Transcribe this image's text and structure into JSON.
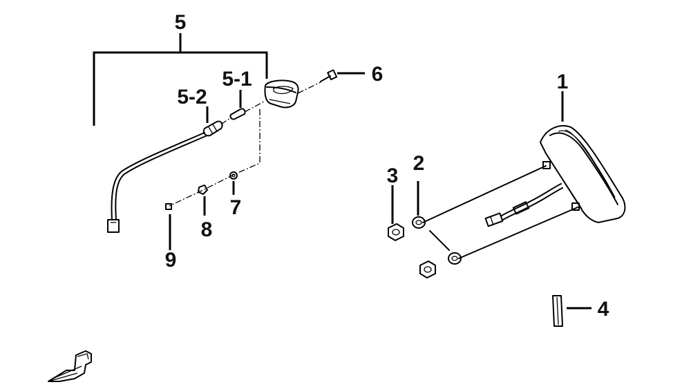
{
  "callouts": {
    "c1": "1",
    "c2": "2",
    "c3": "3",
    "c4": "4",
    "c5": "5",
    "c5_1": "5-1",
    "c5_2": "5-2",
    "c6": "6",
    "c7": "7",
    "c8": "8",
    "c9": "9"
  }
}
